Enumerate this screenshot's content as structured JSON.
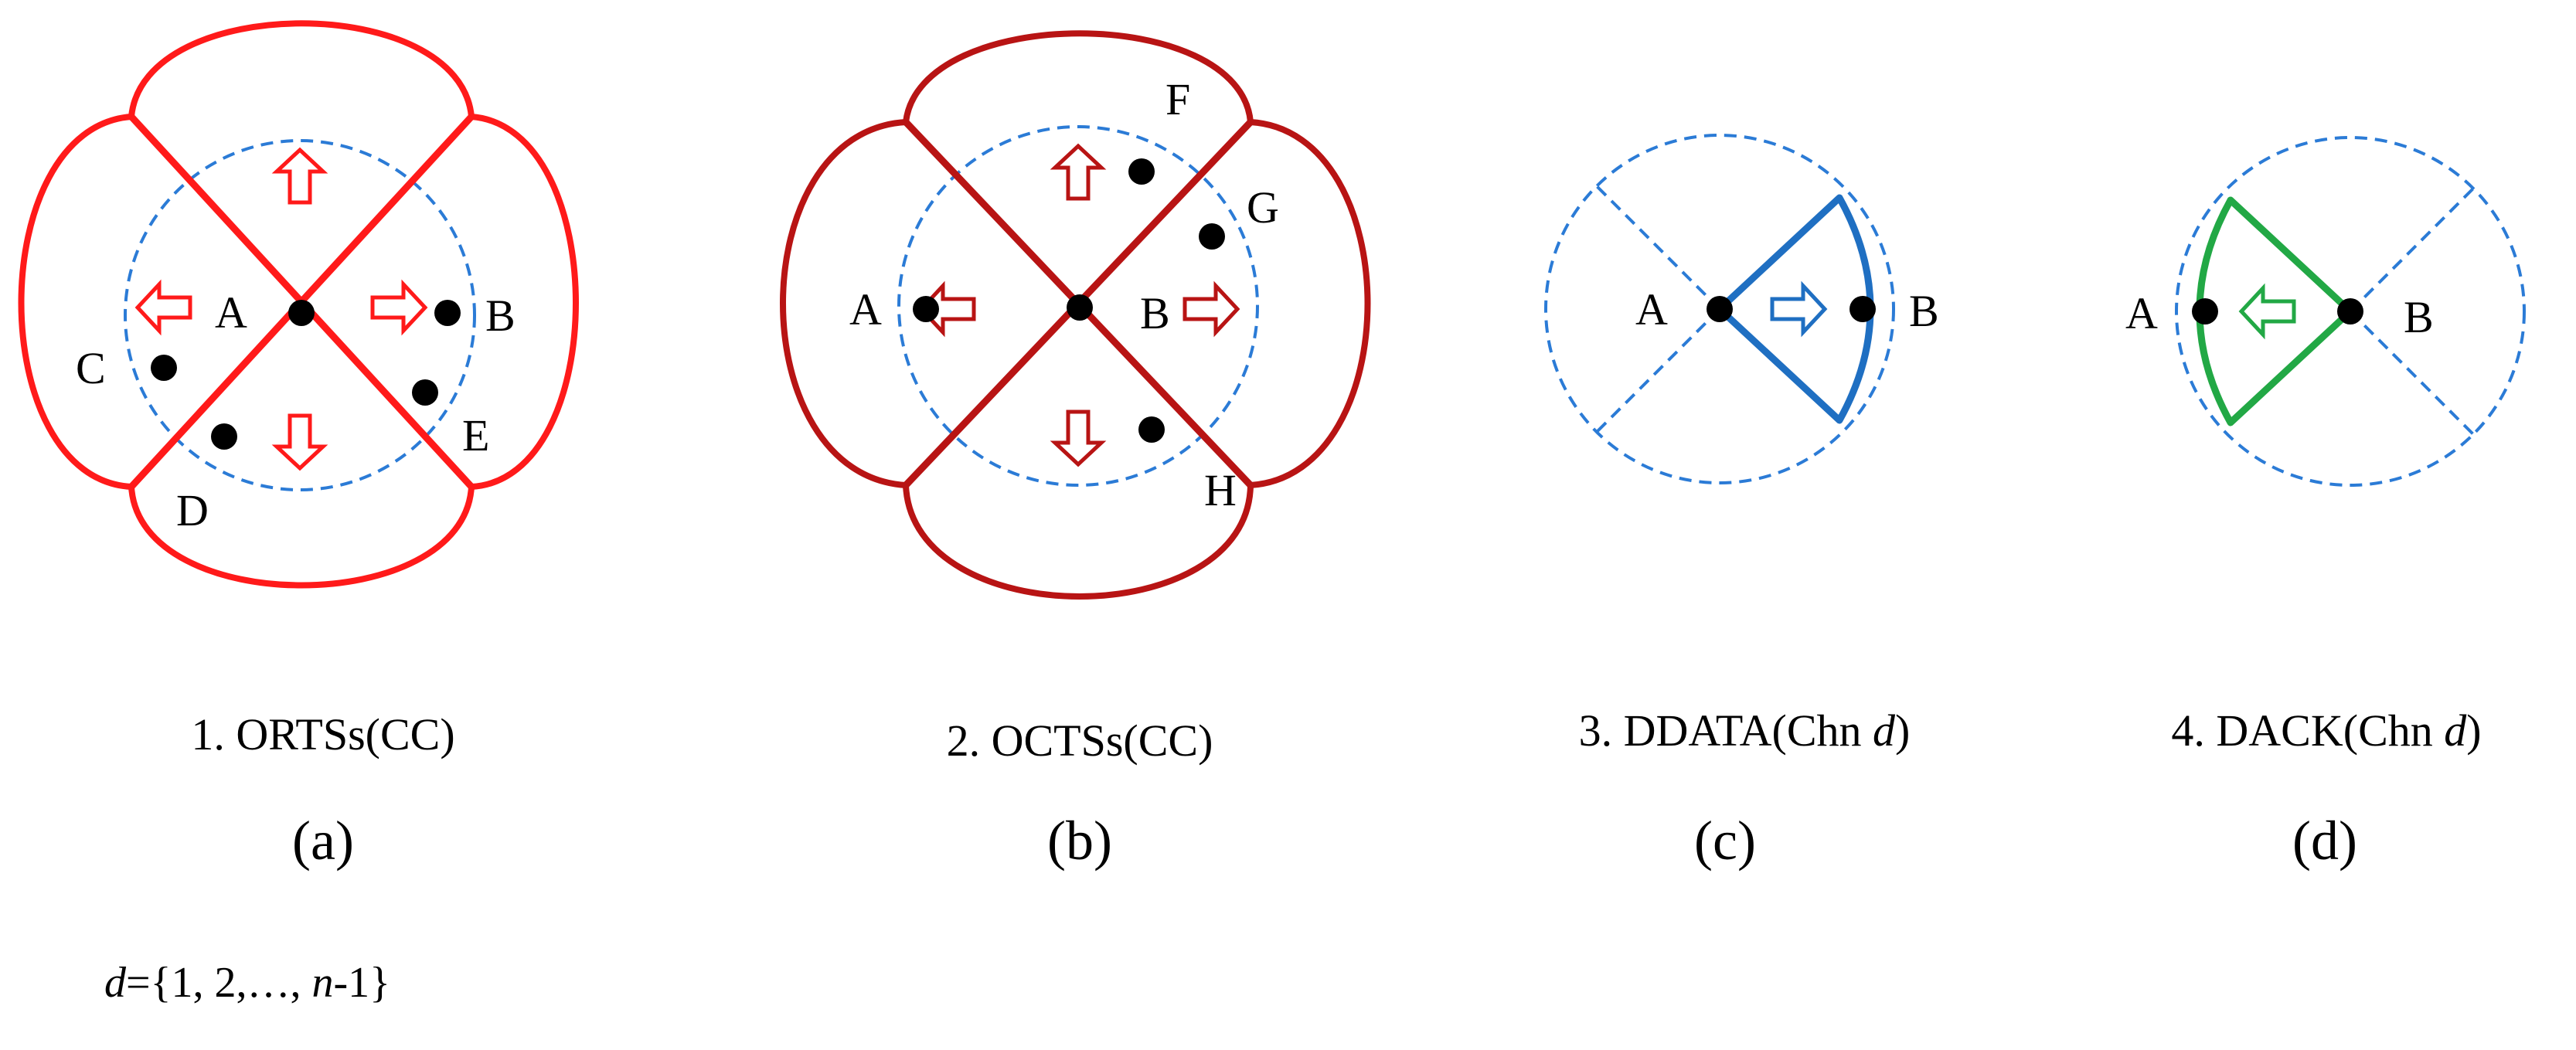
{
  "panels": [
    {
      "id": "a",
      "caption": "1. ORTSs(CC)",
      "letter": "(a)",
      "center_node": "A",
      "nodes": [
        "A",
        "B",
        "C",
        "D",
        "E"
      ],
      "beam": "omnidirectional (4 sectors)",
      "arrow_directions": [
        "up",
        "down",
        "left",
        "right"
      ],
      "color": "#ff1a1a"
    },
    {
      "id": "b",
      "caption": "2. OCTSs(CC)",
      "letter": "(b)",
      "center_node": "B",
      "nodes": [
        "A",
        "B",
        "F",
        "G",
        "H"
      ],
      "beam": "omnidirectional (4 sectors)",
      "arrow_directions": [
        "up",
        "down",
        "left",
        "right"
      ],
      "color": "#b81414"
    },
    {
      "id": "c",
      "caption": "3. DDATA(Chn ",
      "caption_var": "d",
      "caption_end": ")",
      "letter": "(c)",
      "center_node": "A",
      "nodes": [
        "A",
        "B"
      ],
      "beam": "directional",
      "arrow_directions": [
        "right"
      ],
      "color": "#1f6fc2"
    },
    {
      "id": "d",
      "caption": "4. DACK(Chn ",
      "caption_var": "d",
      "caption_end": ")",
      "letter": "(d)",
      "center_node": "B",
      "nodes": [
        "A",
        "B"
      ],
      "beam": "directional",
      "arrow_directions": [
        "left"
      ],
      "color": "#22a845"
    }
  ],
  "footnote": {
    "var": "d",
    "set_open": "={1, 2,…, ",
    "var2": "n",
    "set_close": "-1}"
  },
  "colors": {
    "red": "#ff1a1a",
    "dark_red": "#b81414",
    "blue": "#1f6fc2",
    "green": "#22a845",
    "dashed": "#2b7bd6"
  }
}
